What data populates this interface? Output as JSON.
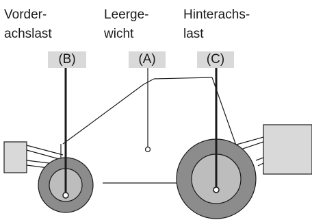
{
  "labels": {
    "front": {
      "line1": "Vorder-",
      "line2": "achslast",
      "tag": "(B)"
    },
    "empty": {
      "line1": "Leerge-",
      "line2": "wicht",
      "tag": "(A)"
    },
    "rear": {
      "line1": "Hinterachs-",
      "line2": "last",
      "tag": "(C)"
    }
  },
  "colors": {
    "tire": "#8c8c8c",
    "rim": "#bdbdbd",
    "attachment_fill": "#d9d9d9",
    "tag_bg": "#d9d9d9",
    "line": "#1a1a1a"
  }
}
